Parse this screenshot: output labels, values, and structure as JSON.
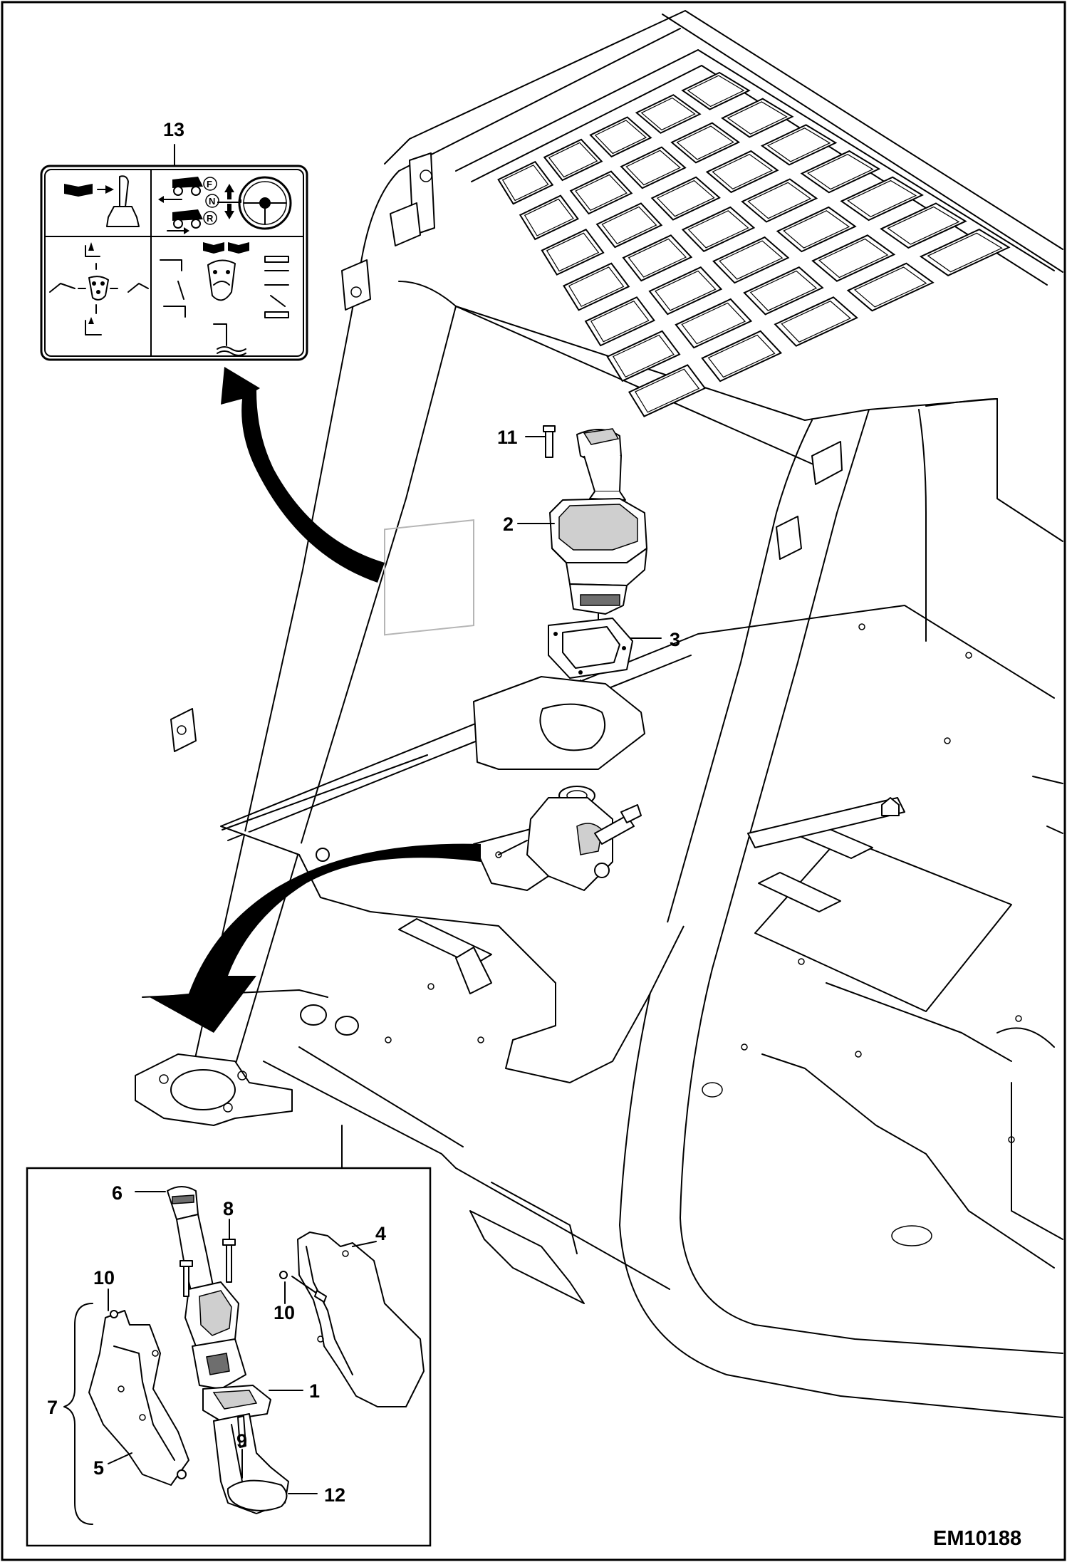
{
  "figure_code": "EM10188",
  "callouts": {
    "c1": "1",
    "c2": "2",
    "c3": "3",
    "c4": "4",
    "c5": "5",
    "c6": "6",
    "c7": "7",
    "c8": "8",
    "c9": "9",
    "c10a": "10",
    "c10b": "10",
    "c11": "11",
    "c12": "12",
    "c13": "13"
  },
  "decal_panels": {
    "top_left": "joystick-manual-icon",
    "top_right": "travel-direction-steering-icon",
    "bottom_left": "loader-control-pattern-icon",
    "bottom_right": "auxiliary-hydraulics-pattern-icon"
  },
  "decal_marks": {
    "forward": "F",
    "neutral": "N",
    "reverse": "R"
  }
}
